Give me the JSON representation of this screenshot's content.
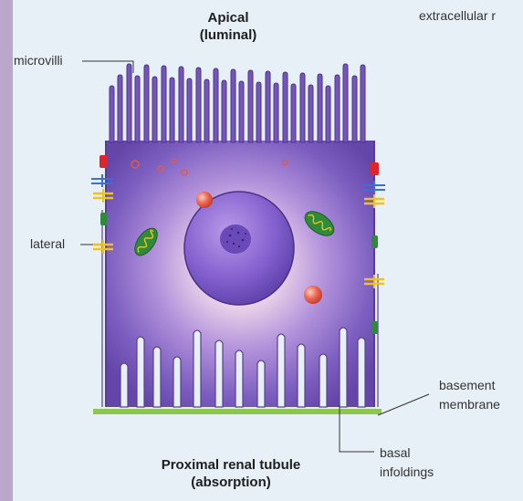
{
  "titles": {
    "apical_line1": "Apical",
    "apical_line2": "(luminal)",
    "bottom_line1": "Proximal renal tubule",
    "bottom_line2": "(absorption)"
  },
  "labels": {
    "extracellular": "extracellular r",
    "microvilli": "microvilli",
    "lateral": "lateral",
    "basement_line1": "basement",
    "basement_line2": "membrane",
    "basal_line1": "basal",
    "basal_line2": "infoldings"
  },
  "colors": {
    "panel": "#e7f0f7",
    "sidebar": "#b9a7cc",
    "cytoplasm": "#6a4fb0",
    "cytoplasm_glow": "#fff6c8",
    "membrane": "#5a3e8e",
    "basement_membrane": "#8fc64f",
    "nucleus": "#7a58c6",
    "junction_red": "#e0242b",
    "junction_blue": "#3d6fd6",
    "junction_yellow": "#f2c21b",
    "junction_green": "#2f8a3a",
    "vesicle": "#e05a4a",
    "leader_line": "#333333"
  }
}
